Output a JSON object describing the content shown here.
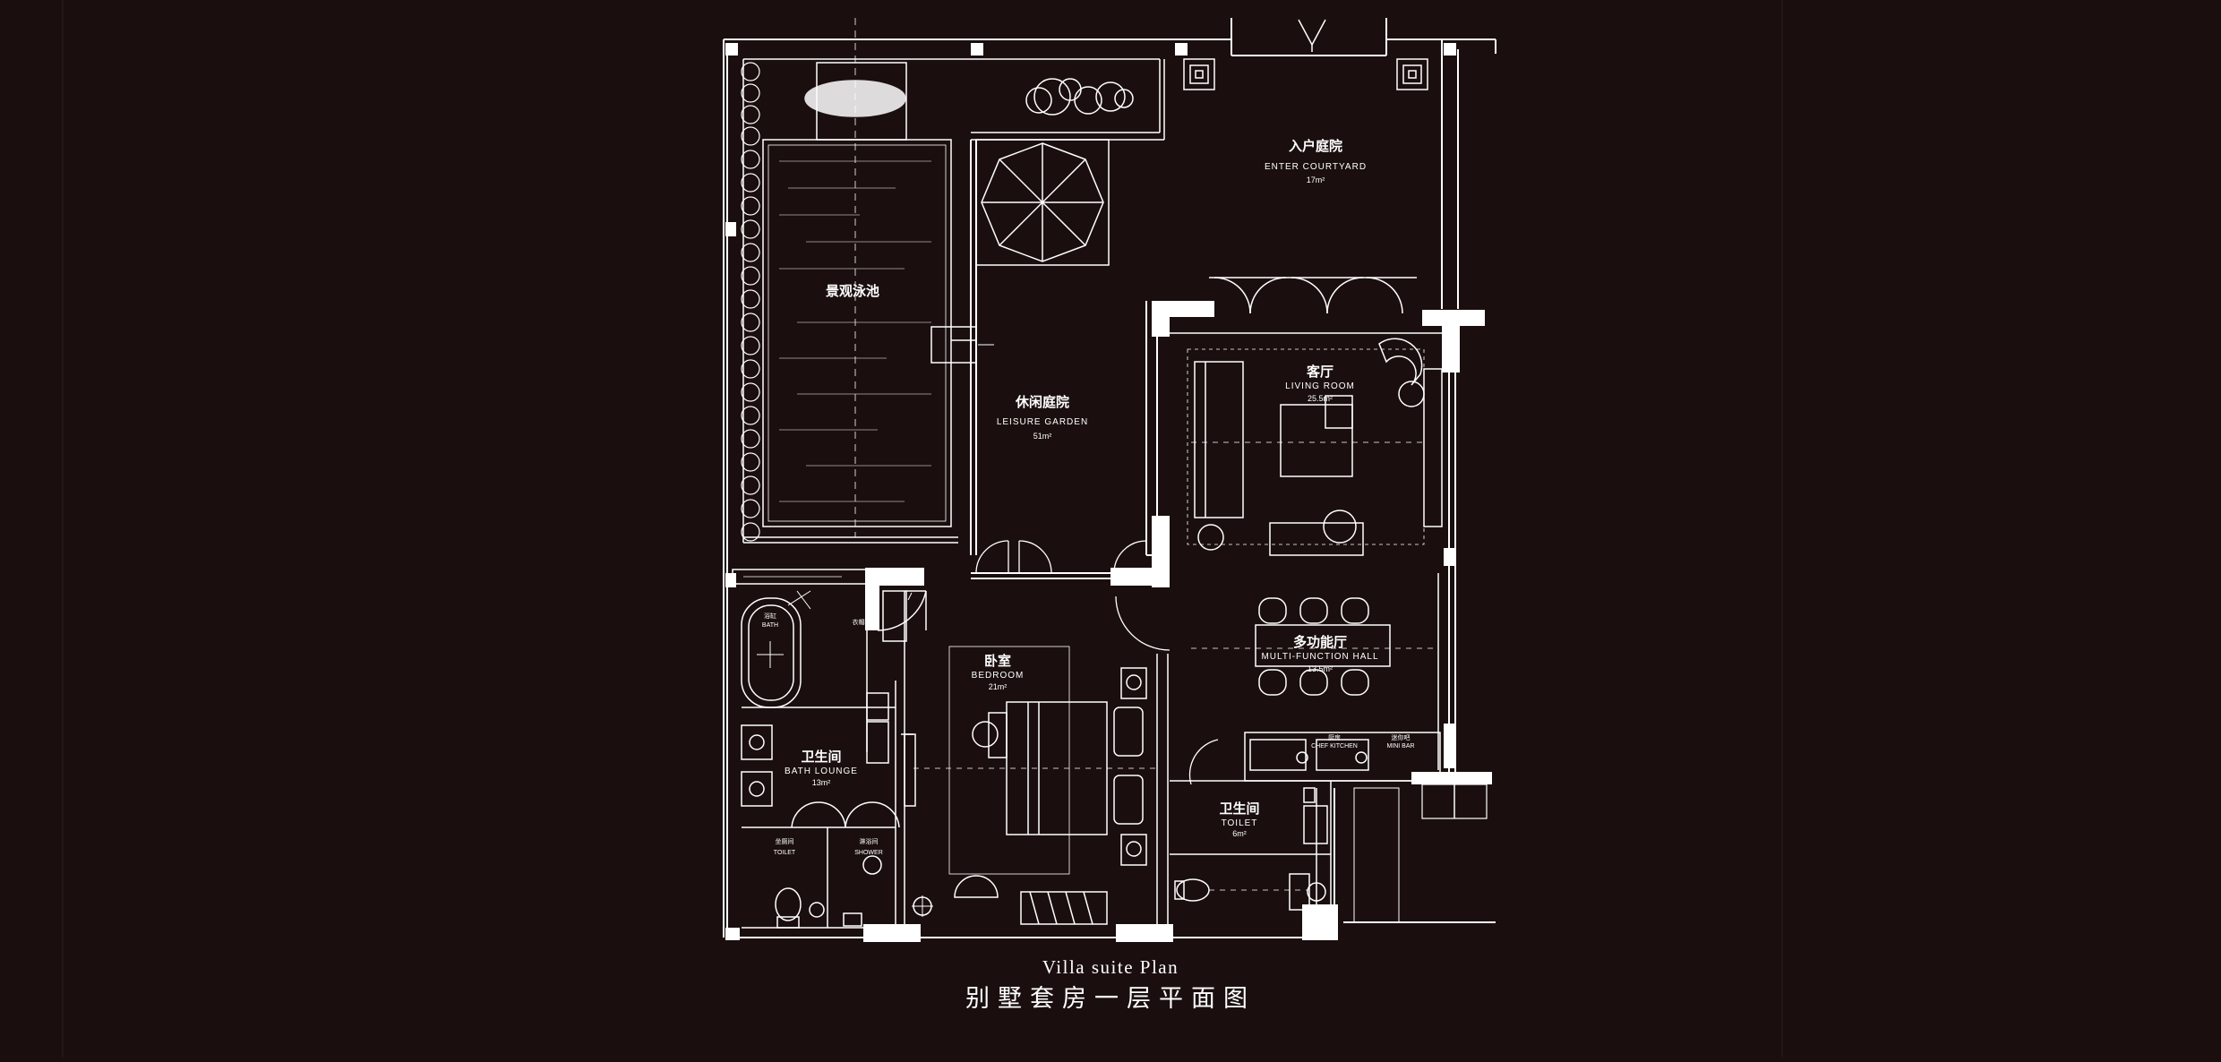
{
  "caption": {
    "en": "Villa suite Plan",
    "zh": "别墅套房一层平面图"
  },
  "rooms": {
    "courtyard": {
      "zh": "入户庭院",
      "en": "ENTER COURTYARD",
      "area": "17m²"
    },
    "pool": {
      "zh": "景观泳池"
    },
    "garden": {
      "zh": "休闲庭院",
      "en": "LEISURE GARDEN",
      "area": "51m²"
    },
    "living": {
      "zh": "客厅",
      "en": "LIVING ROOM",
      "area": "25.5m²"
    },
    "multi": {
      "zh": "多功能厅",
      "en": "MULTI-FUNCTION HALL",
      "area": "13.5m²"
    },
    "bedroom": {
      "zh": "卧室",
      "en": "BEDROOM",
      "area": "21m²"
    },
    "bath_lounge": {
      "zh": "卫生间",
      "en": "BATH LOUNGE",
      "area": "13m²"
    },
    "toilet_small": {
      "zh": "坐厕间",
      "en": "TOILET"
    },
    "shower": {
      "zh": "淋浴间",
      "en": "SHOWER"
    },
    "bath": {
      "zh": "浴缸",
      "en": "BATH"
    },
    "toilet": {
      "zh": "卫生间",
      "en": "TOILET",
      "area": "6m²"
    },
    "kitchen": {
      "zh": "厨房",
      "en": "CHEF KITCHEN"
    },
    "mini_bar": {
      "zh": "迷你吧",
      "en": "MINI BAR"
    },
    "closet": {
      "zh": "衣帽柜"
    }
  },
  "colors": {
    "background": "#1a0f0e",
    "line": "#ffffff"
  }
}
